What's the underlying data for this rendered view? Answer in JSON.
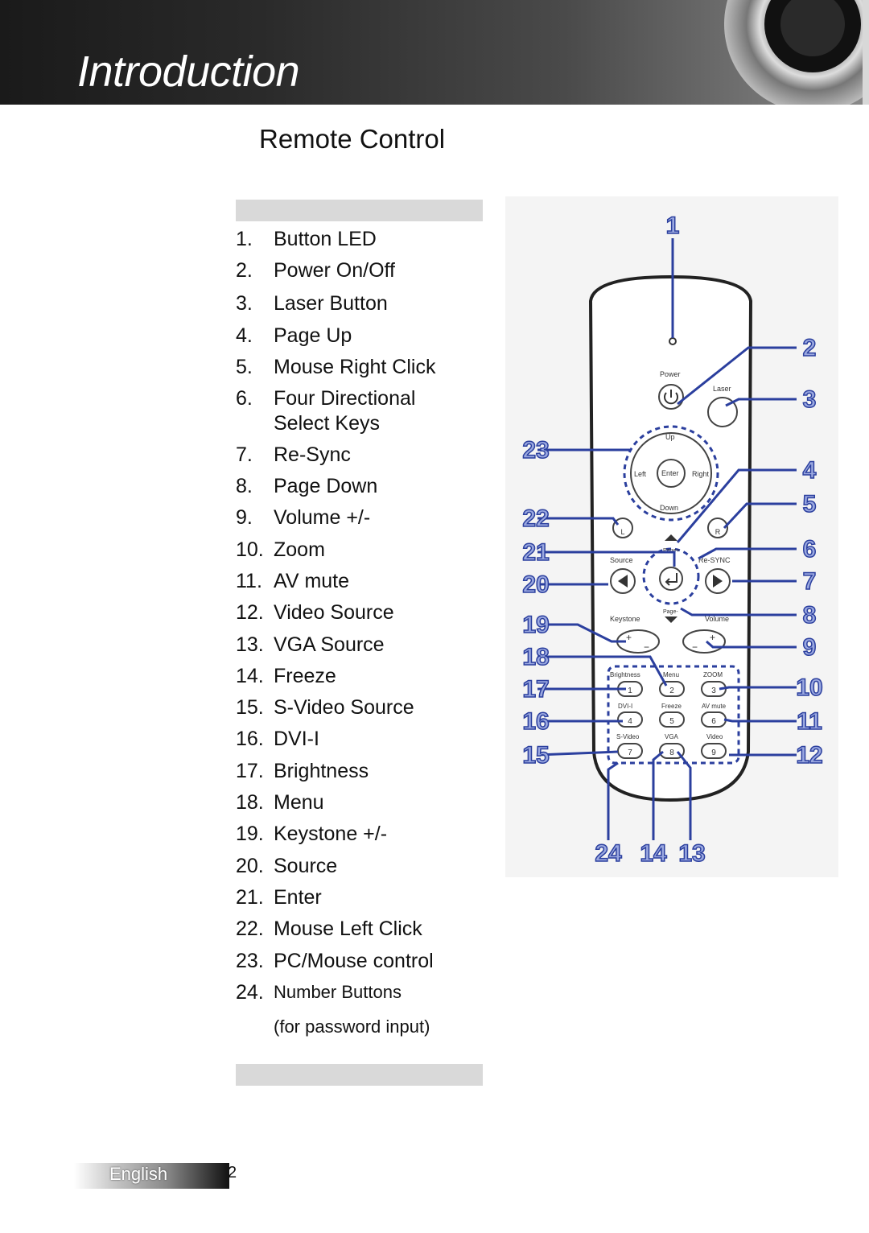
{
  "header": {
    "title": "Introduction"
  },
  "section": {
    "title": "Remote Control"
  },
  "list": [
    {
      "num": "1.",
      "label": "Button LED"
    },
    {
      "num": "2.",
      "label": "Power On/Off"
    },
    {
      "num": "3.",
      "label": "Laser Button"
    },
    {
      "num": "4.",
      "label": "Page Up"
    },
    {
      "num": "5.",
      "label": "Mouse Right Click"
    },
    {
      "num": "6.",
      "label": "Four Directional"
    },
    {
      "num": "",
      "label": "Select Keys"
    },
    {
      "num": "7.",
      "label": "Re-Sync"
    },
    {
      "num": "8.",
      "label": "Page Down"
    },
    {
      "num": "9.",
      "label": "Volume +/-"
    },
    {
      "num": "10.",
      "label": "Zoom"
    },
    {
      "num": "11.",
      "label": "AV mute"
    },
    {
      "num": "12.",
      "label": "Video Source"
    },
    {
      "num": "13.",
      "label": "VGA Source"
    },
    {
      "num": "14.",
      "label": "Freeze"
    },
    {
      "num": "15.",
      "label": "S-Video Source"
    },
    {
      "num": "16.",
      "label": "DVI-I"
    },
    {
      "num": "17.",
      "label": "Brightness"
    },
    {
      "num": "18.",
      "label": "Menu"
    },
    {
      "num": "19.",
      "label": "Keystone +/-"
    },
    {
      "num": "20.",
      "label": "Source"
    },
    {
      "num": "21.",
      "label": "Enter"
    },
    {
      "num": "22.",
      "label": "Mouse Left Click"
    },
    {
      "num": "23.",
      "label": "PC/Mouse control"
    },
    {
      "num": "24.",
      "label": "Number Buttons"
    },
    {
      "num": "",
      "label": "(for password input)"
    }
  ],
  "remote": {
    "labels": {
      "power": "Power",
      "laser": "Laser",
      "up": "Up",
      "down": "Down",
      "left": "Left",
      "right": "Right",
      "enter": "Enter",
      "l": "L",
      "r": "R",
      "page_up": "Page+",
      "page_down": "Page-",
      "source": "Source",
      "resync": "Re-SYNC",
      "keystone": "Keystone",
      "volume": "Volume",
      "brightness": "Brightness",
      "menu": "Menu",
      "zoom": "ZOOM",
      "dvi": "DVI-I",
      "freeze": "Freeze",
      "avmute": "AV mute",
      "svideo": "S-Video",
      "vga": "VGA",
      "video": "Video",
      "plus": "+",
      "minus": "−"
    },
    "number_keys": [
      "1",
      "2",
      "3",
      "4",
      "5",
      "6",
      "7",
      "8",
      "9"
    ],
    "callouts": [
      "1",
      "2",
      "3",
      "4",
      "5",
      "6",
      "7",
      "8",
      "9",
      "10",
      "11",
      "12",
      "13",
      "14",
      "15",
      "16",
      "17",
      "18",
      "19",
      "20",
      "21",
      "22",
      "23",
      "24"
    ],
    "accent_color": "#2b3f9e"
  },
  "footer": {
    "language": "English",
    "page": "2"
  }
}
